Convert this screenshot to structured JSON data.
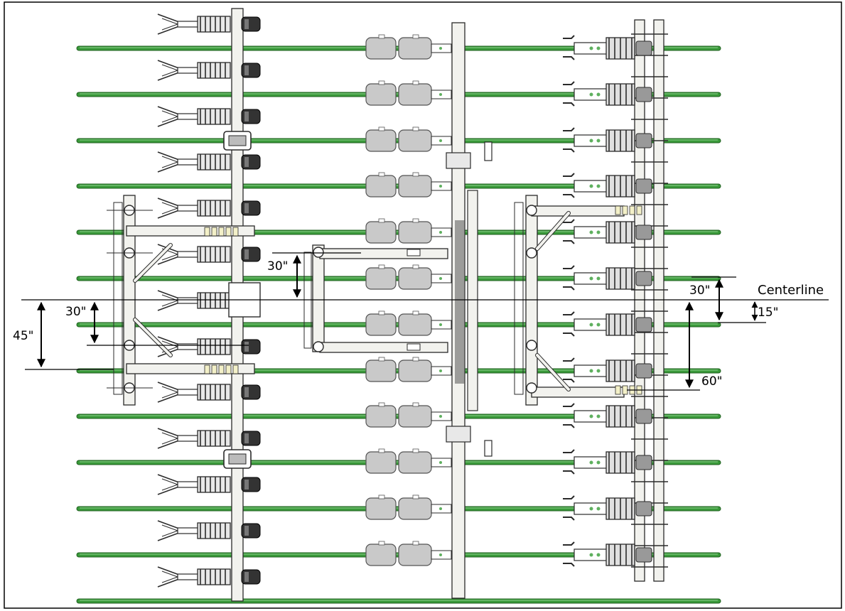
{
  "colors": {
    "row_line": "#3a9a3a",
    "row_line_dark": "#1f5f1f",
    "frame": "#f2f2ee",
    "outline": "#2a2a2a",
    "tank": "#c9c9c9",
    "unit_dark": "#333333",
    "accent_green": "#5fb05f"
  },
  "diagram": {
    "row_line_count": 13,
    "left_unit_icon": "row-unit-with-closing-wheels-icon",
    "mid_unit_icon": "twin-tank-row-unit-icon",
    "right_unit_icon": "strip-till-row-unit-icon"
  },
  "labels": {
    "centerline": "Centerline",
    "left_outer": "45\"",
    "left_inner": "30\"",
    "middle": "30\"",
    "right_upper": "30\"",
    "right_small": "15\"",
    "right_large": "60\""
  }
}
